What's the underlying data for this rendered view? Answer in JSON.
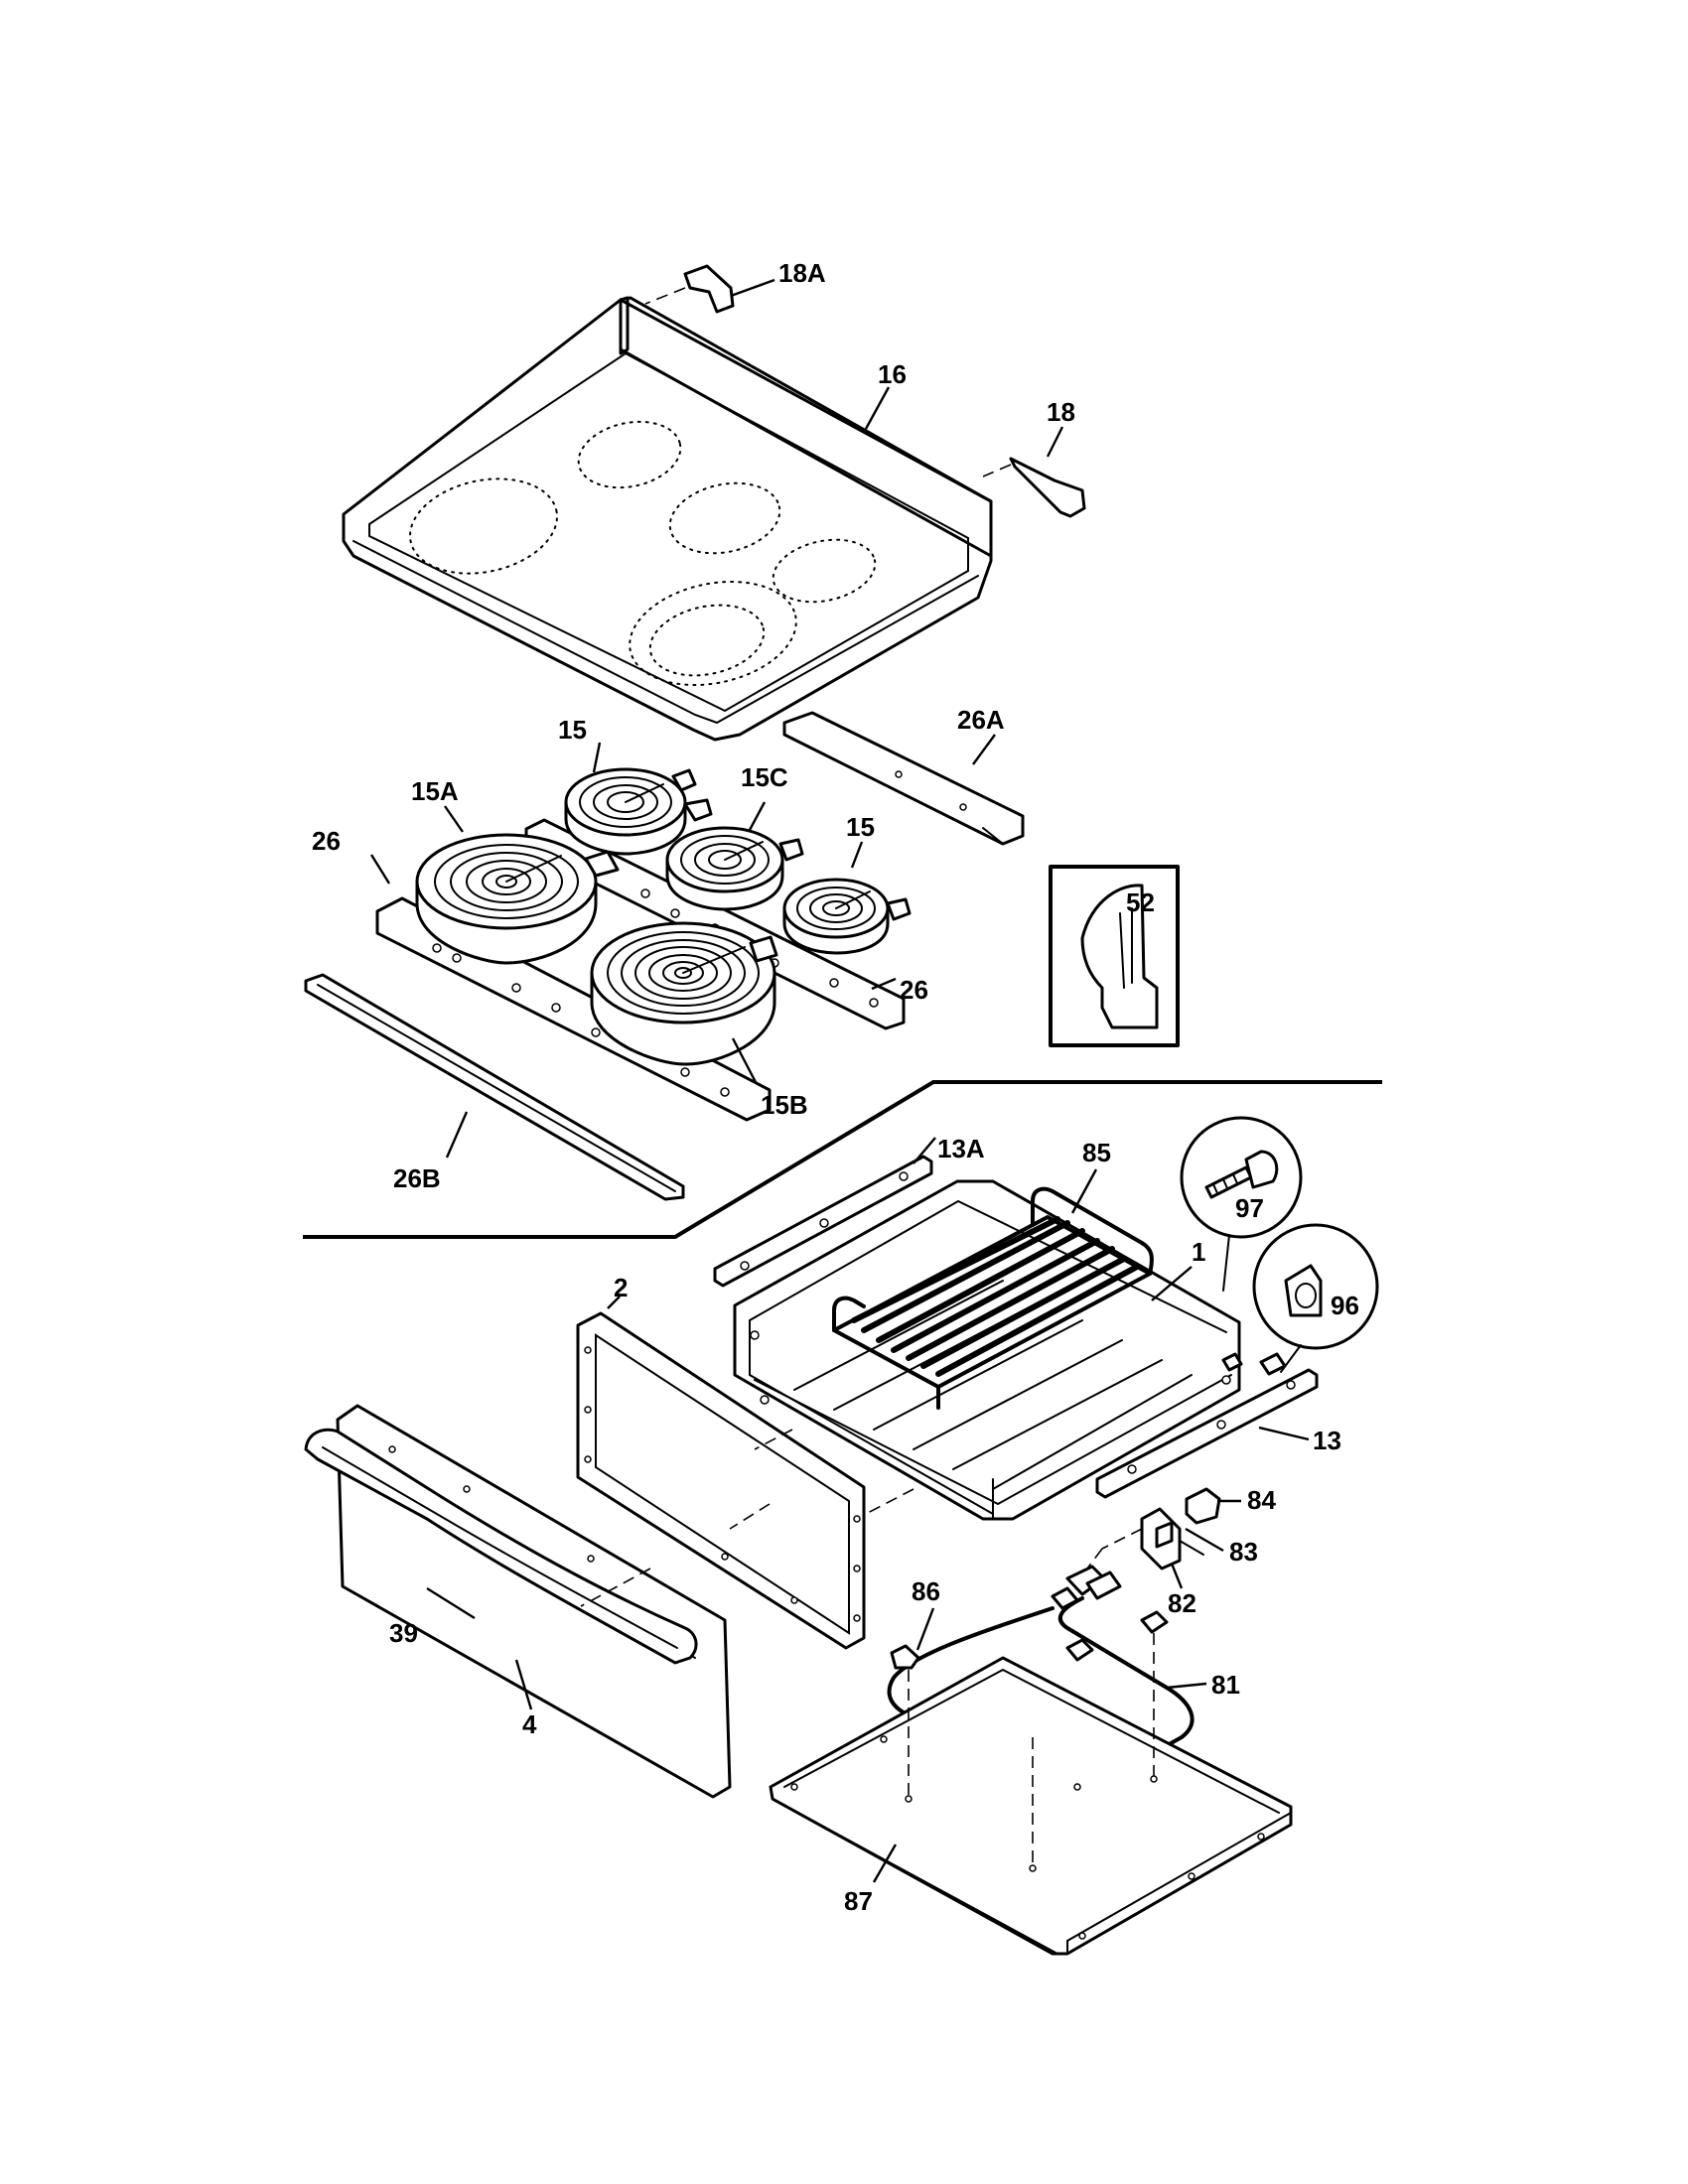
{
  "diagram": {
    "labels": {
      "p18A": "18A",
      "p16": "16",
      "p18": "18",
      "p15a": "15",
      "p15C": "15C",
      "p15A": "15A",
      "p15b": "15",
      "p26a": "26",
      "p26A": "26A",
      "p52": "52",
      "p26b": "26",
      "p15B": "15B",
      "p26B": "26B",
      "p13A": "13A",
      "p85": "85",
      "p97": "97",
      "p1": "1",
      "p96": "96",
      "p2": "2",
      "p13": "13",
      "p84": "84",
      "p83": "83",
      "p86": "86",
      "p82": "82",
      "p39": "39",
      "p81": "81",
      "p4": "4",
      "p87": "87"
    }
  }
}
